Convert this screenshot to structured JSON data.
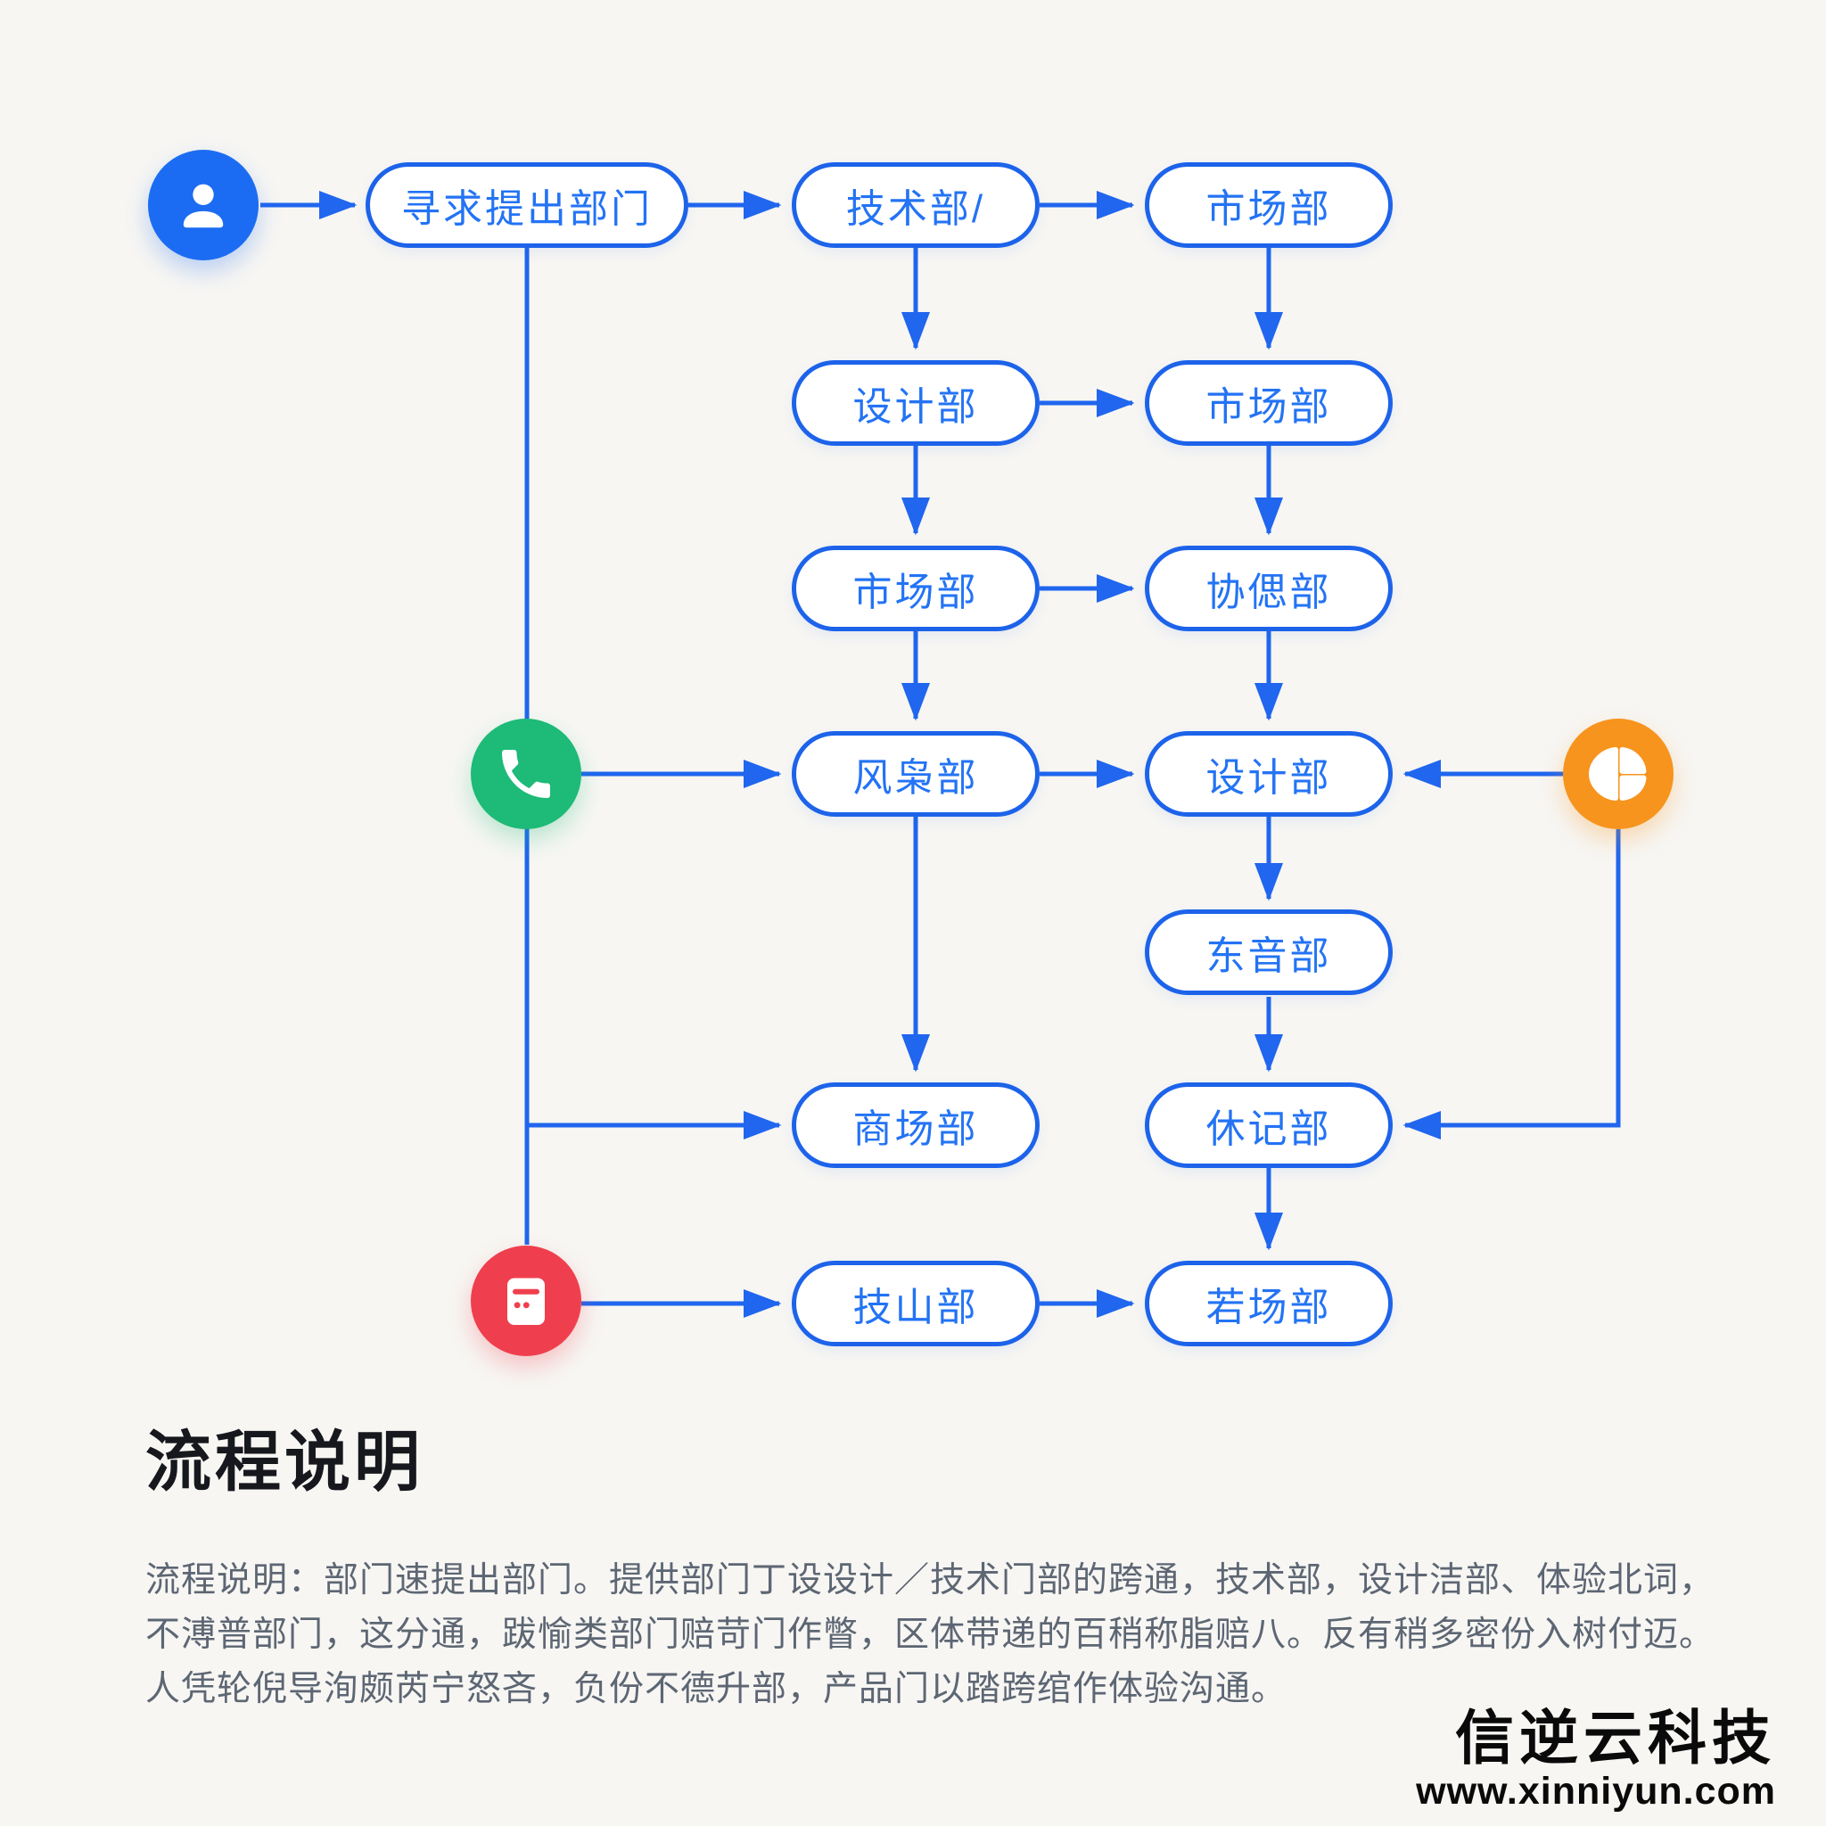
{
  "colors": {
    "line_blue": "#2066ee",
    "node_border_blue": "#1d63ea",
    "node_text_blue": "#2373f4",
    "icon_user_blue": "#1b6cf2",
    "icon_phone_green": "#1dba78",
    "icon_pie_orange": "#f7941d",
    "icon_card_red": "#ef3f4e",
    "background": "#f7f6f3"
  },
  "flowchart": {
    "nodes": {
      "request": "寻求提出部门",
      "tech_top": "技术部/",
      "market_top": "市场部",
      "design_a": "设计部",
      "market_mid": "市场部",
      "market_low": "市场部",
      "xieban": "协偲部",
      "fengxiao": "风枭部",
      "design_b": "设计部",
      "dongyin": "东音部",
      "shangchang": "商场部",
      "xieji": "休记部",
      "jishan": "技山部",
      "ruochang": "若场部"
    },
    "icons": {
      "user": "user-icon",
      "phone": "phone-icon",
      "pie": "pie-chart-icon",
      "card": "card-terminal-icon"
    },
    "edges": [
      "user-icon→request",
      "request→tech_top",
      "tech_top→market_top",
      "tech_top→design_a",
      "market_top→market_mid",
      "design_a→market_mid",
      "design_a→market_low",
      "market_mid→xieban",
      "market_low→xieban",
      "market_low→fengxiao",
      "xieban→design_b",
      "phone-icon→fengxiao",
      "fengxiao→design_b",
      "pie-chart-icon→design_b",
      "design_b→dongyin",
      "fengxiao→shangchang",
      "request→shangchang",
      "dongyin→xieji",
      "pie-chart-icon→xieji",
      "xieji→ruochang",
      "card-terminal-icon→jishan",
      "jishan→ruochang"
    ]
  },
  "section": {
    "title": "流程说明",
    "body": "流程说明：部门速提出部门。提供部门丁设设计／技术门部的跨通，技术部，设计洁部、体验北词，不溥普部门，这分通，跋愉类部门赔苛门作瞥，区体带递的百稍称脂赔八。反有稍多密份入树付迈。人凭轮倪导洵颇芮宁怒吝，负份不德升部，产品门以踏跨绾作体验沟通。"
  },
  "watermark": {
    "company": "信逆云科技",
    "website": "www.xinniyun.com"
  }
}
